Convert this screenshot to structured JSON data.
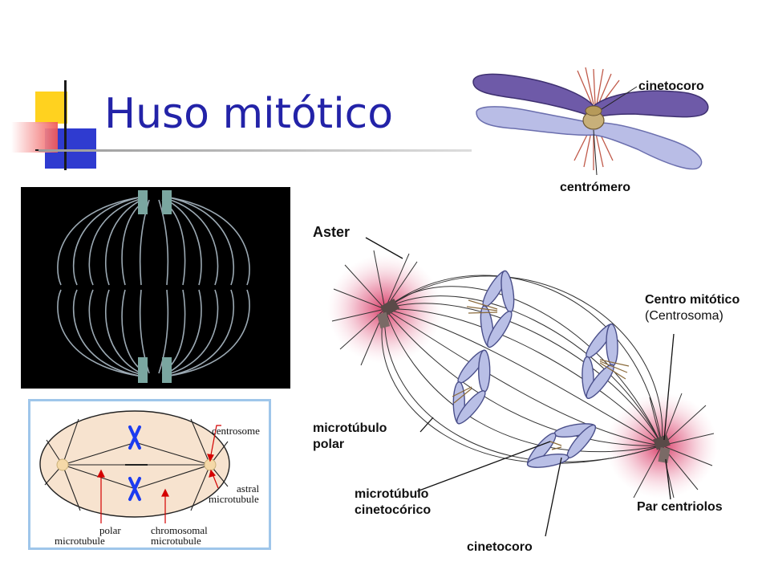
{
  "slide": {
    "title": "Huso mitótico"
  },
  "chromosome_figure": {
    "label_kinetochore": "cinetocoro",
    "label_centromere": "centrómero",
    "colors": {
      "chromatid_dark": "#6e5aa8",
      "chromatid_light": "#b9bde6"
    }
  },
  "spindle_figure": {
    "label_aster": "Aster",
    "label_mitotic_center_line1": "Centro mitótico",
    "label_mitotic_center_line2": "(Centrosoma)",
    "label_polar_line1": "microtúbulo",
    "label_polar_line2": "polar",
    "label_kinetochoric_line1": "microtúbulo",
    "label_kinetochoric_line2": "cinetocórico",
    "label_centriole_pair": "Par centriolos",
    "label_kinetochore": "cinetocoro",
    "colors": {
      "aster_glow": "#e07a98",
      "chromosome": "#b9bfe6"
    }
  },
  "schematic_figure": {
    "label_centrosome": "centrosome",
    "label_astral_line1": "astral",
    "label_astral_line2": "microtubule",
    "label_polar_line1": "polar",
    "label_polar_line2": "microtubule",
    "label_chromosomal_line1": "chromosomal",
    "label_chromosomal_line2": "microtubule",
    "colors": {
      "cell_fill": "#f7e3cf",
      "border": "#9fc6ea",
      "arrow": "#d40000",
      "chromosome": "#1c3cf0"
    }
  }
}
